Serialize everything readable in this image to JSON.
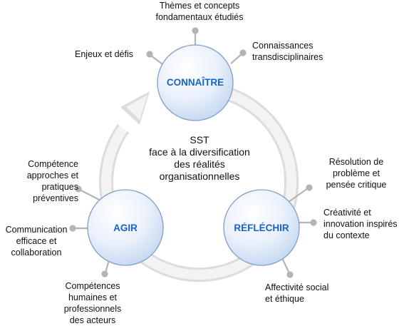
{
  "center": {
    "line1": "SST",
    "line2": "face à la diversification",
    "line3": "des réalités",
    "line4": "organisationnelles"
  },
  "nodes": {
    "connaitre": "CONNAÎTRE",
    "reflechir": "RÉFLÉCHIR",
    "agir": "AGIR"
  },
  "labels": {
    "themes": [
      "Thèmes et concepts",
      "fondamentaux étudiés"
    ],
    "enjeux": [
      "Enjeux et défis"
    ],
    "connaissances": [
      "Connaissances",
      "transdisciplinaires"
    ],
    "resolution": [
      "Résolution de",
      "problème et",
      "pensée critique"
    ],
    "creativite": [
      "Créativité et",
      "innovation inspirés",
      "du contexte"
    ],
    "affectivite": [
      "Affectivité social",
      "et éthique"
    ],
    "competence_approches": [
      "Compétence",
      "approches et",
      "pratiques",
      "préventives"
    ],
    "communication": [
      "Communication",
      "efficace et",
      "collaboration"
    ],
    "competences_humaines": [
      "Compétences",
      "humaines et",
      "professionnels",
      "des acteurs"
    ]
  },
  "colors": {
    "node_text": "#1a63c6",
    "ring": "#e6e6e6",
    "connector": "#b4b4b4",
    "node_fill_light": "#ffffff",
    "node_fill_dark": "#c9dbf3"
  }
}
